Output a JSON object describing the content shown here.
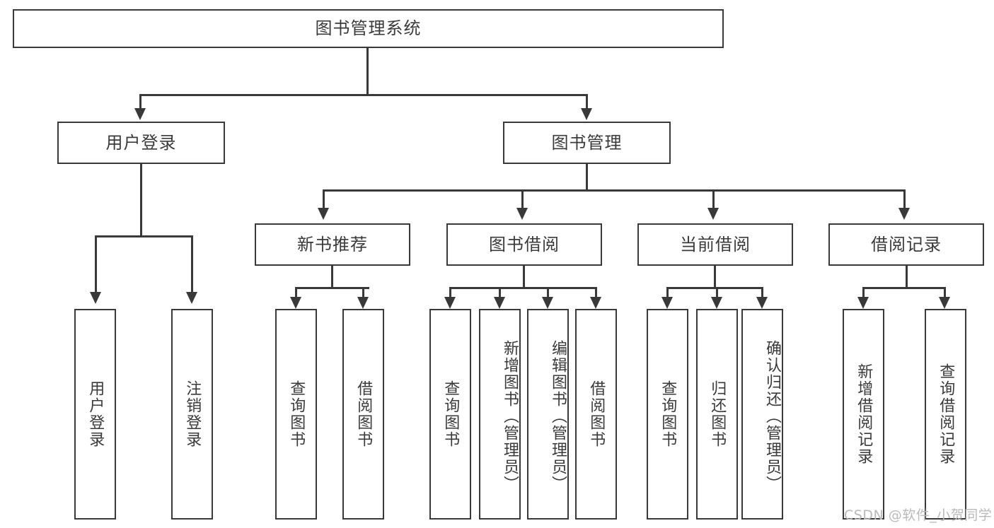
{
  "diagram": {
    "type": "tree-hierarchy",
    "title": "图书管理系统",
    "root": {
      "label": "图书管理系统"
    },
    "level2": [
      {
        "label": "用户登录"
      },
      {
        "label": "图书管理"
      }
    ],
    "level3": [
      {
        "label": "新书推荐"
      },
      {
        "label": "图书借阅"
      },
      {
        "label": "当前借阅"
      },
      {
        "label": "借阅记录"
      }
    ],
    "leaves": {
      "user_login": [
        {
          "label": "用户登录"
        },
        {
          "label": "注销登录"
        }
      ],
      "new_book_recommend": [
        {
          "label": "查询图书"
        },
        {
          "label": "借阅图书"
        }
      ],
      "book_borrow": [
        {
          "label": "查询图书"
        },
        {
          "label": "新增图书（管理员）"
        },
        {
          "label": "编辑图书（管理员）"
        },
        {
          "label": "借阅图书"
        }
      ],
      "current_borrow": [
        {
          "label": "查询图书"
        },
        {
          "label": "归还图书"
        },
        {
          "label": "确认归还（管理员）"
        }
      ],
      "borrow_record": [
        {
          "label": "新增借阅记录"
        },
        {
          "label": "查询借阅记录"
        }
      ]
    }
  },
  "watermark": {
    "text": "CSDN @软件_小贺同学"
  },
  "colors": {
    "stroke": "#393939",
    "text": "#3a3a3a",
    "background": "#ffffff",
    "watermark": "#b9b9b9"
  }
}
